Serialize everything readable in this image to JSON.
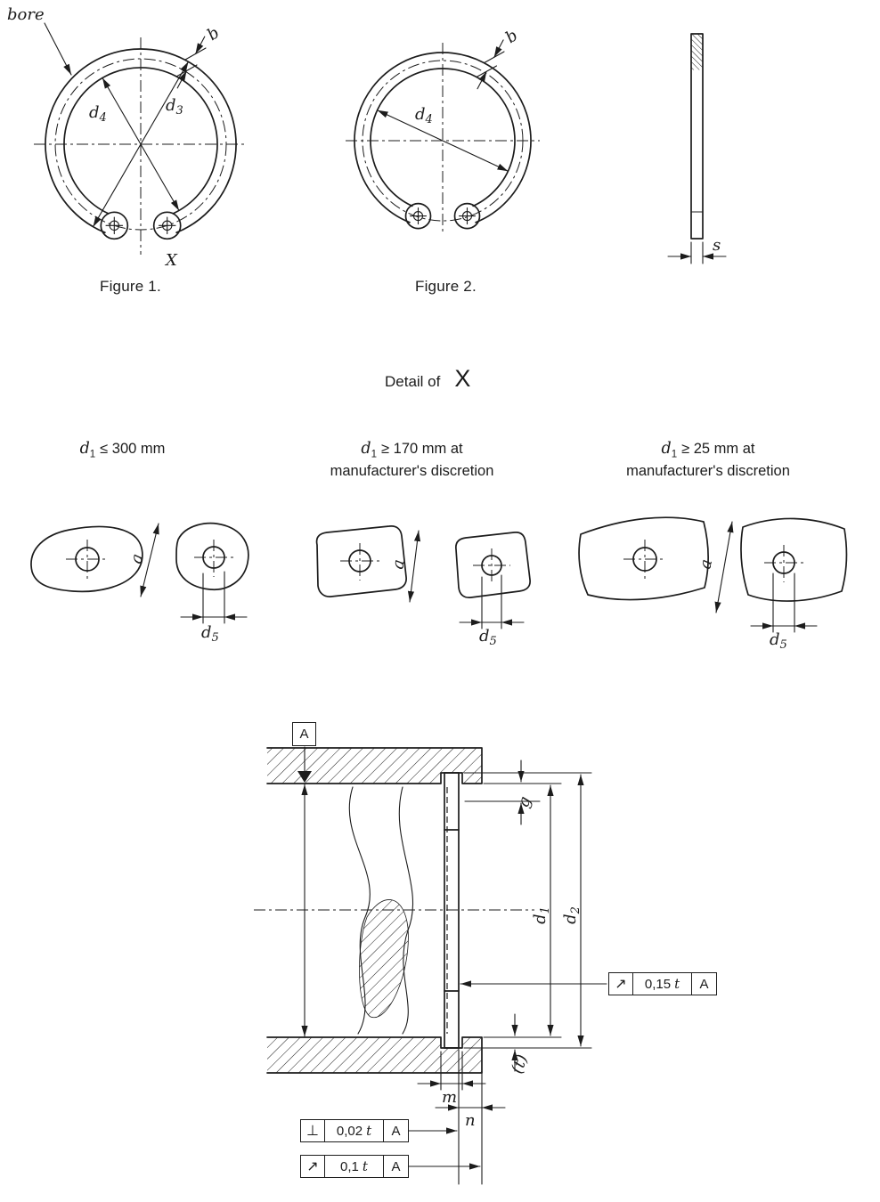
{
  "page": {
    "bg": "#ffffff",
    "ink": "#1c1c1c"
  },
  "top": {
    "bore_label": "bore",
    "fig1_caption": "Figure 1.",
    "fig2_caption": "Figure 2.",
    "x_marker": "X",
    "dims": {
      "d3": {
        "base": "d",
        "sub": "3"
      },
      "d4": {
        "base": "d",
        "sub": "4"
      },
      "b": "b",
      "s": "s"
    }
  },
  "detail": {
    "title_prefix": "Detail of",
    "title_x": "X",
    "dim_a": "a",
    "dim_d5": {
      "base": "d",
      "sub": "5"
    },
    "variants": [
      {
        "cond_var": {
          "base": "d",
          "sub": "1"
        },
        "cond_rest": "≤  300 mm",
        "line2": ""
      },
      {
        "cond_var": {
          "base": "d",
          "sub": "1"
        },
        "cond_rest": "≥ 170 mm at",
        "line2": "manufacturer's discretion"
      },
      {
        "cond_var": {
          "base": "d",
          "sub": "1"
        },
        "cond_rest": "≥ 25 mm at",
        "line2": "manufacturer's discretion"
      }
    ]
  },
  "section": {
    "datum_label": "A",
    "dims": {
      "g": "g",
      "d1": {
        "base": "d",
        "sub": "1"
      },
      "d2": {
        "base": "d",
        "sub": "2"
      },
      "m": "m",
      "n": "n",
      "t_ref": "(t)"
    },
    "tolerances": [
      {
        "name": "circular-runout",
        "symbol": "↗",
        "value": "0,15",
        "t": "t",
        "datum": "A"
      },
      {
        "name": "perpendicularity",
        "symbol": "⊥",
        "value": "0,02",
        "t": "t",
        "datum": "A"
      },
      {
        "name": "circular-runout",
        "symbol": "↗",
        "value": "0,1",
        "t": "t",
        "datum": "A"
      }
    ]
  }
}
